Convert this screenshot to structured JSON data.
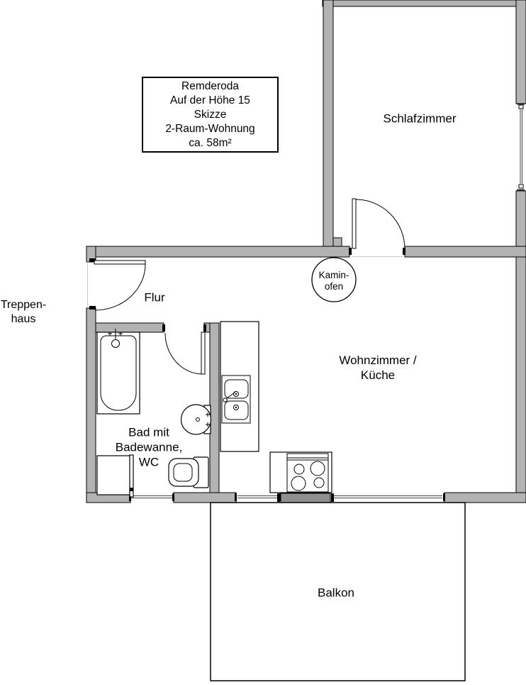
{
  "title_box": {
    "line1": "Remderoda",
    "line2": "Auf der Höhe 15",
    "line3": "Skizze",
    "line4": "2-Raum-Wohnung",
    "line5": "ca. 58m²"
  },
  "labels": {
    "schlafzimmer": "Schlafzimmer",
    "flur": "Flur",
    "balkon": "Balkon",
    "treppenhaus": {
      "line1": "Treppen-",
      "line2": "haus"
    },
    "wohnzimmer_kueche": {
      "line1": "Wohnzimmer /",
      "line2": "Küche"
    },
    "bad": {
      "line1": "Bad mit",
      "line2": "Badewanne,",
      "line3": "WC"
    },
    "kaminofen": {
      "line1": "Kamin-",
      "line2": "ofen"
    }
  },
  "colors": {
    "wall": "#b3b3b3",
    "door_panel": "#8f8f8f",
    "text": "#000000"
  }
}
